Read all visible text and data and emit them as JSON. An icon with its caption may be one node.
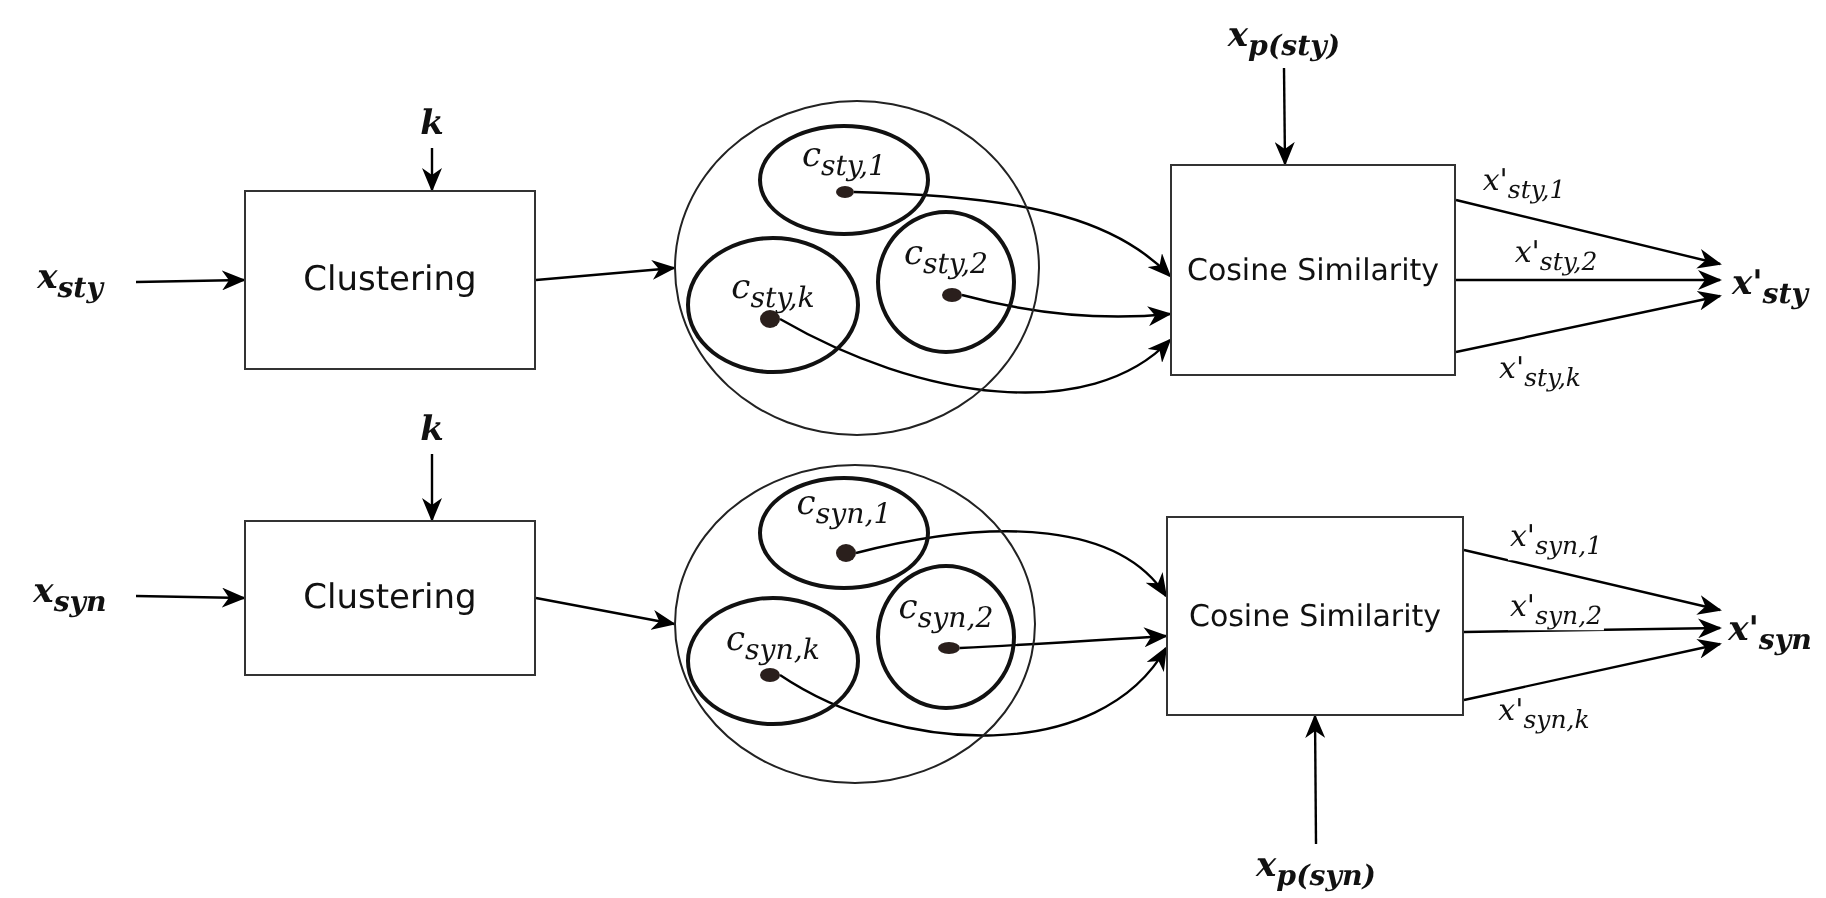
{
  "diagram": {
    "nodes": [
      {
        "text": [
          "x$_{sty}$"
        ]
      },
      {
        "text": [
          "k"
        ]
      },
      {
        "text": [
          "Clustering"
        ]
      },
      {
        "text": [],
        "shape": "circle"
      },
      {
        "text": [
          "c$_{sty,1}$"
        ],
        "in": 3
      },
      {
        "text": [],
        "shape": "circle",
        "in": 4
      },
      {
        "text": [
          "c$_{sty,2}$"
        ],
        "in": 3
      },
      {
        "text": [],
        "shape": "circle",
        "in": 6
      },
      {
        "text": [
          "c$_{sty,k}$"
        ],
        "in": 3
      },
      {
        "text": [],
        "shape": "circle",
        "in": 8
      },
      {
        "text": [
          "x$_{p(sty)}$"
        ]
      },
      {
        "text": [
          "Cosine Similarity"
        ]
      },
      {
        "text": [
          "x'$_{sty}$"
        ]
      },
      {
        "text": [
          "x$_{syn}$"
        ]
      },
      {
        "text": [
          "k"
        ]
      },
      {
        "text": [
          "Clustering"
        ]
      },
      {
        "text": [],
        "shape": "circle"
      },
      {
        "text": [
          "c$_{syn,1}$"
        ],
        "in": 16
      },
      {
        "text": [],
        "shape": "circle",
        "in": 17
      },
      {
        "text": [
          "c$_{syn,2}$"
        ],
        "in": 16
      },
      {
        "text": [],
        "shape": "circle",
        "in": 19
      },
      {
        "text": [
          "c$_{syn,k}$"
        ],
        "in": 16
      },
      {
        "text": [],
        "shape": "circle",
        "in": 21
      },
      {
        "text": [
          "Cosine Similarity"
        ]
      },
      {
        "text": [
          "x$_{p(syn)}$"
        ]
      },
      {
        "text": [
          "x'$_{syn}$"
        ]
      }
    ],
    "edges": [
      {
        "from": 0,
        "to": 2,
        "arrow": "to"
      },
      {
        "from": 1,
        "to": 2,
        "arrow": "to"
      },
      {
        "from": 2,
        "to": 3,
        "arrow": "to"
      },
      {
        "from": 5,
        "to": 11,
        "arrow": "to"
      },
      {
        "from": 7,
        "to": 11,
        "arrow": "to"
      },
      {
        "from": 9,
        "to": 11,
        "arrow": "to"
      },
      {
        "from": 10,
        "to": 11,
        "arrow": "to"
      },
      {
        "from": 11,
        "to": 12,
        "arrow": "to",
        "label": "x'$_{sty,1}$"
      },
      {
        "from": 11,
        "to": 12,
        "arrow": "to",
        "label": "x'$_{sty,2}$"
      },
      {
        "from": 11,
        "to": 12,
        "arrow": "to",
        "label": "x'$_{sty,k}$"
      },
      {
        "from": 13,
        "to": 15,
        "arrow": "to"
      },
      {
        "from": 14,
        "to": 15,
        "arrow": "to"
      },
      {
        "from": 15,
        "to": 16,
        "arrow": "to"
      },
      {
        "from": 18,
        "to": 23,
        "arrow": "to"
      },
      {
        "from": 20,
        "to": 23,
        "arrow": "to"
      },
      {
        "from": 22,
        "to": 23,
        "arrow": "to"
      },
      {
        "from": 24,
        "to": 23,
        "arrow": "to"
      },
      {
        "from": 23,
        "to": 25,
        "arrow": "to",
        "label": "x'$_{syn,1}$"
      },
      {
        "from": 23,
        "to": 25,
        "arrow": "to",
        "label": "x'$_{syn,2}$"
      },
      {
        "from": 23,
        "to": 25,
        "arrow": "to",
        "label": "x'$_{syn,k}$"
      }
    ]
  }
}
